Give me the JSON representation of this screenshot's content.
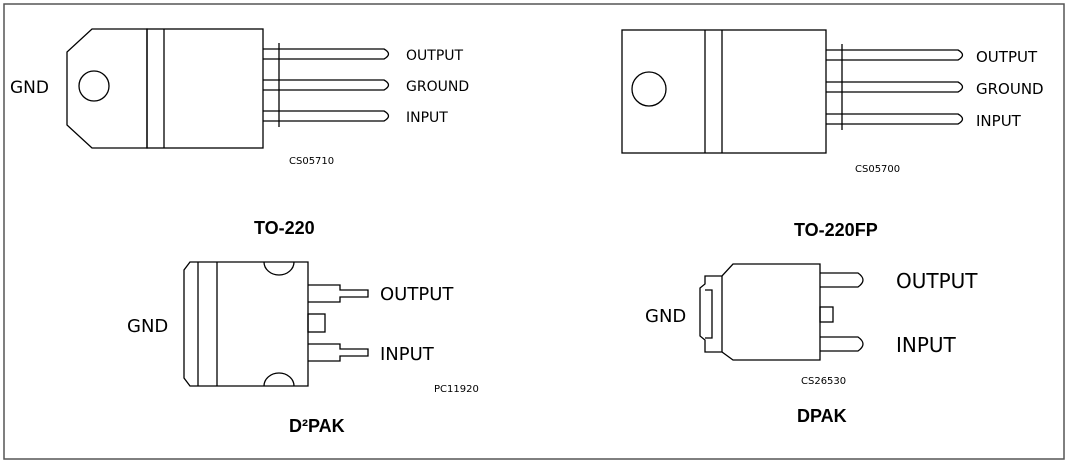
{
  "colors": {
    "line": "#000000",
    "background": "#ffffff"
  },
  "packages": {
    "to220": {
      "name": "TO-220",
      "code": "CS05710",
      "tab": "GND",
      "pins": [
        "OUTPUT",
        "GROUND",
        "INPUT"
      ]
    },
    "to220fp": {
      "name": "TO-220FP",
      "code": "CS05700",
      "pins": [
        "OUTPUT",
        "GROUND",
        "INPUT"
      ]
    },
    "d2pak": {
      "name": "D²PAK",
      "code": "PC11920",
      "tab": "GND",
      "pins": [
        "OUTPUT",
        "INPUT"
      ]
    },
    "dpak": {
      "name": "DPAK",
      "code": "CS26530",
      "tab": "GND",
      "pins": [
        "OUTPUT",
        "INPUT"
      ]
    }
  }
}
